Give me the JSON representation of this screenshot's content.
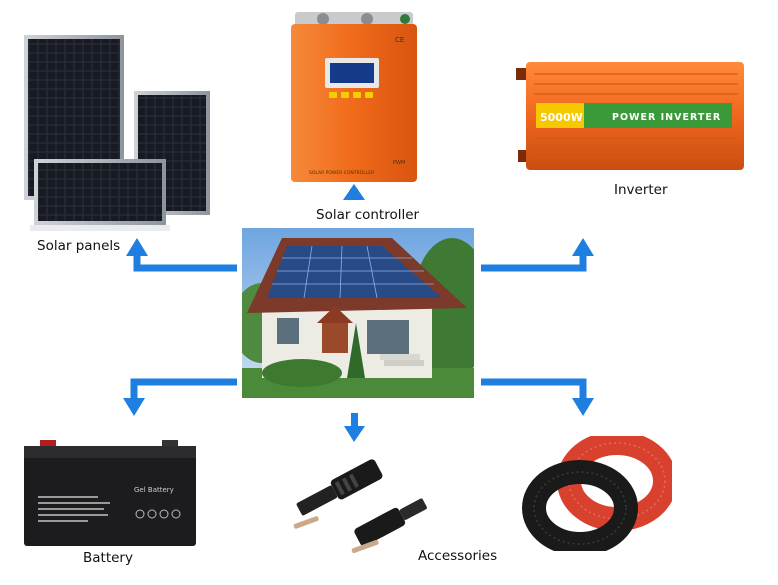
{
  "labels": {
    "solar_panels": "Solar panels",
    "solar_controller": "Solar controller",
    "inverter": "Inverter",
    "battery": "Battery",
    "accessories": "Accessories"
  },
  "controller": {
    "ce_mark": "CE",
    "model": "PWM",
    "caption": "SOLAR POWER CONTROLLER"
  },
  "inverter_device": {
    "rating": "5000W",
    "title": "POWER INVERTER"
  },
  "battery_device": {
    "brand": "Gel Battery"
  },
  "colors": {
    "arrow": "#1e7fe0",
    "controller_body": "#f06a1a",
    "inverter_body": "#f0661e",
    "panel_cell": "#22242b",
    "battery_body": "#1c1c1e",
    "cable_red": "#d8412e",
    "cable_black": "#1a1a1a"
  }
}
